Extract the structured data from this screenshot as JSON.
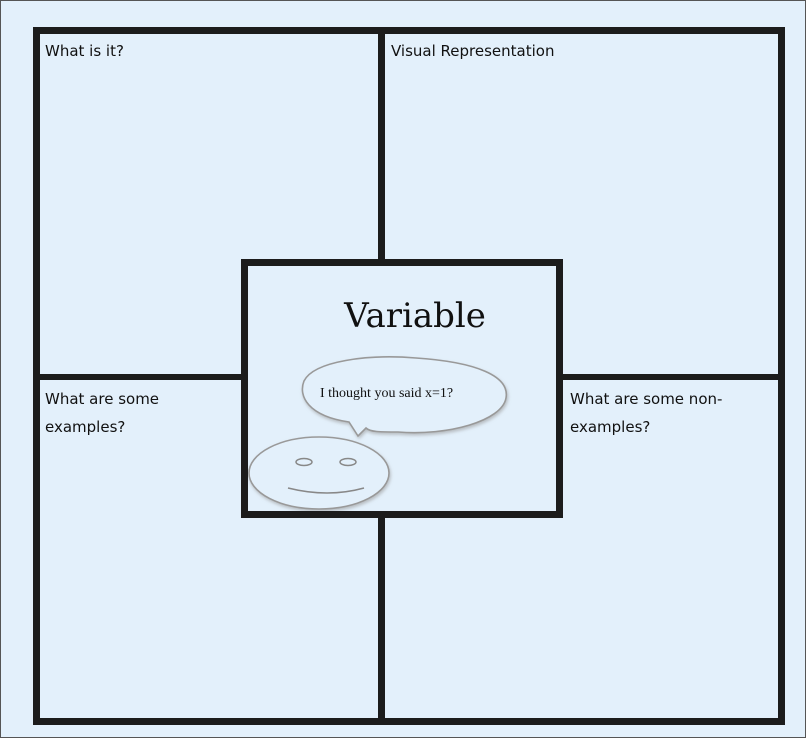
{
  "quadrants": {
    "top_left": "What is it?",
    "top_right": "Visual Representation",
    "bottom_left_line1": "What are some",
    "bottom_left_line2": "examples?",
    "bottom_right_line1": "What are some non-",
    "bottom_right_line2": "examples?"
  },
  "center": {
    "title": "Variable",
    "speech_bubble": "I thought you said x=1?"
  },
  "colors": {
    "background": "#e3f0fb",
    "border": "#1c1c1c"
  }
}
